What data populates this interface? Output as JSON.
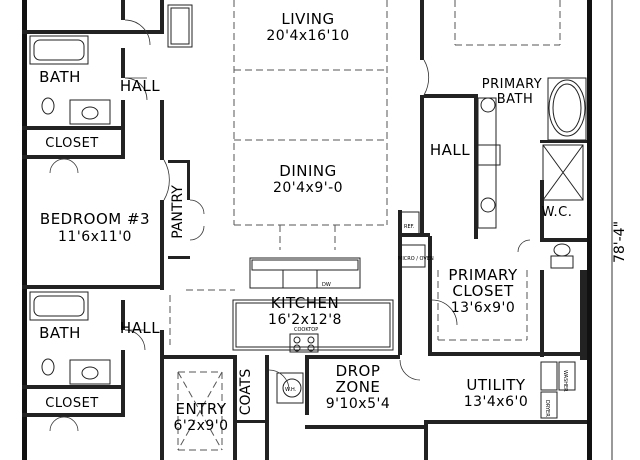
{
  "rooms": {
    "living": {
      "name": "LIVING",
      "dims": "20'4x16'10"
    },
    "dining": {
      "name": "DINING",
      "dims": "20'4x9'-0"
    },
    "kitchen": {
      "name": "KITCHEN",
      "dims": "16'2x12'8"
    },
    "bedroom3": {
      "name": "BEDROOM #3",
      "dims": "11'6x11'0"
    },
    "pantry": {
      "name": "PANTRY"
    },
    "bath_upper": {
      "name": "BATH"
    },
    "hall_upper": {
      "name": "HALL"
    },
    "closet_upper": {
      "name": "CLOSET"
    },
    "bath_lower": {
      "name": "BATH"
    },
    "hall_lower": {
      "name": "HALL"
    },
    "closet_lower": {
      "name": "CLOSET"
    },
    "primary_bath": {
      "name_line1": "PRIMARY",
      "name_line2": "BATH"
    },
    "hall_right": {
      "name": "HALL"
    },
    "wc": {
      "name": "W.C."
    },
    "primary_closet": {
      "name_line1": "PRIMARY",
      "name_line2": "CLOSET",
      "dims": "13'6x9'0"
    },
    "utility": {
      "name": "UTILITY",
      "dims": "13'4x6'0"
    },
    "drop_zone": {
      "name_line1": "DROP",
      "name_line2": "ZONE",
      "dims": "9'10x5'4"
    },
    "entry": {
      "name": "ENTRY",
      "dims": "6'2x9'0"
    },
    "coats": {
      "name": "COATS"
    }
  },
  "fixtures": {
    "ref": "REF.",
    "micro_oven": "MICRO / OVEN",
    "cooktop": "COOKTOP",
    "dw": "DW",
    "wh": "W.H.",
    "washer": "WASHER",
    "dryer": "DRYER"
  },
  "dimensions": {
    "overall_depth": "78'-4\""
  }
}
